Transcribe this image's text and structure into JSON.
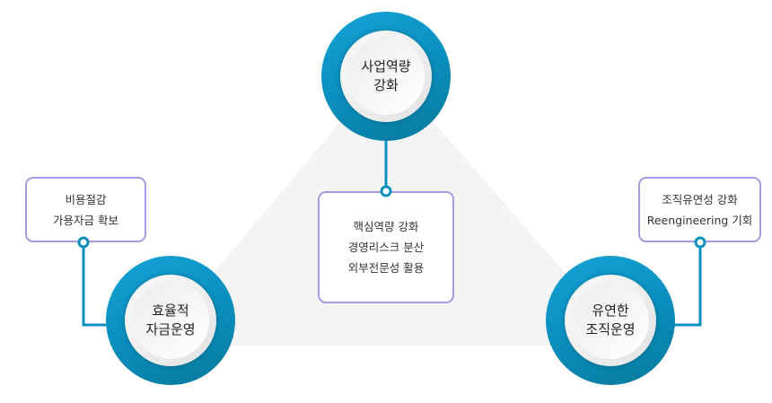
{
  "colors": {
    "ring": "#0a8fbf",
    "box_border": "#a99ae0",
    "triangle": "#f4f4f4",
    "connector": "#0a8fbf"
  },
  "nodes": {
    "top": {
      "lines": [
        "사업역량",
        "강화"
      ]
    },
    "left": {
      "lines": [
        "효율적",
        "자금운영"
      ]
    },
    "right": {
      "lines": [
        "유연한",
        "조직운영"
      ]
    }
  },
  "boxes": {
    "top": {
      "lines": [
        "핵심역량 강화",
        "경영리스크 분산",
        "외부전문성 활용"
      ]
    },
    "left": {
      "lines": [
        "비용절감",
        "가용자금 확보"
      ]
    },
    "right": {
      "lines": [
        "조직유연성 강화",
        "Reengineering 기회"
      ]
    }
  }
}
